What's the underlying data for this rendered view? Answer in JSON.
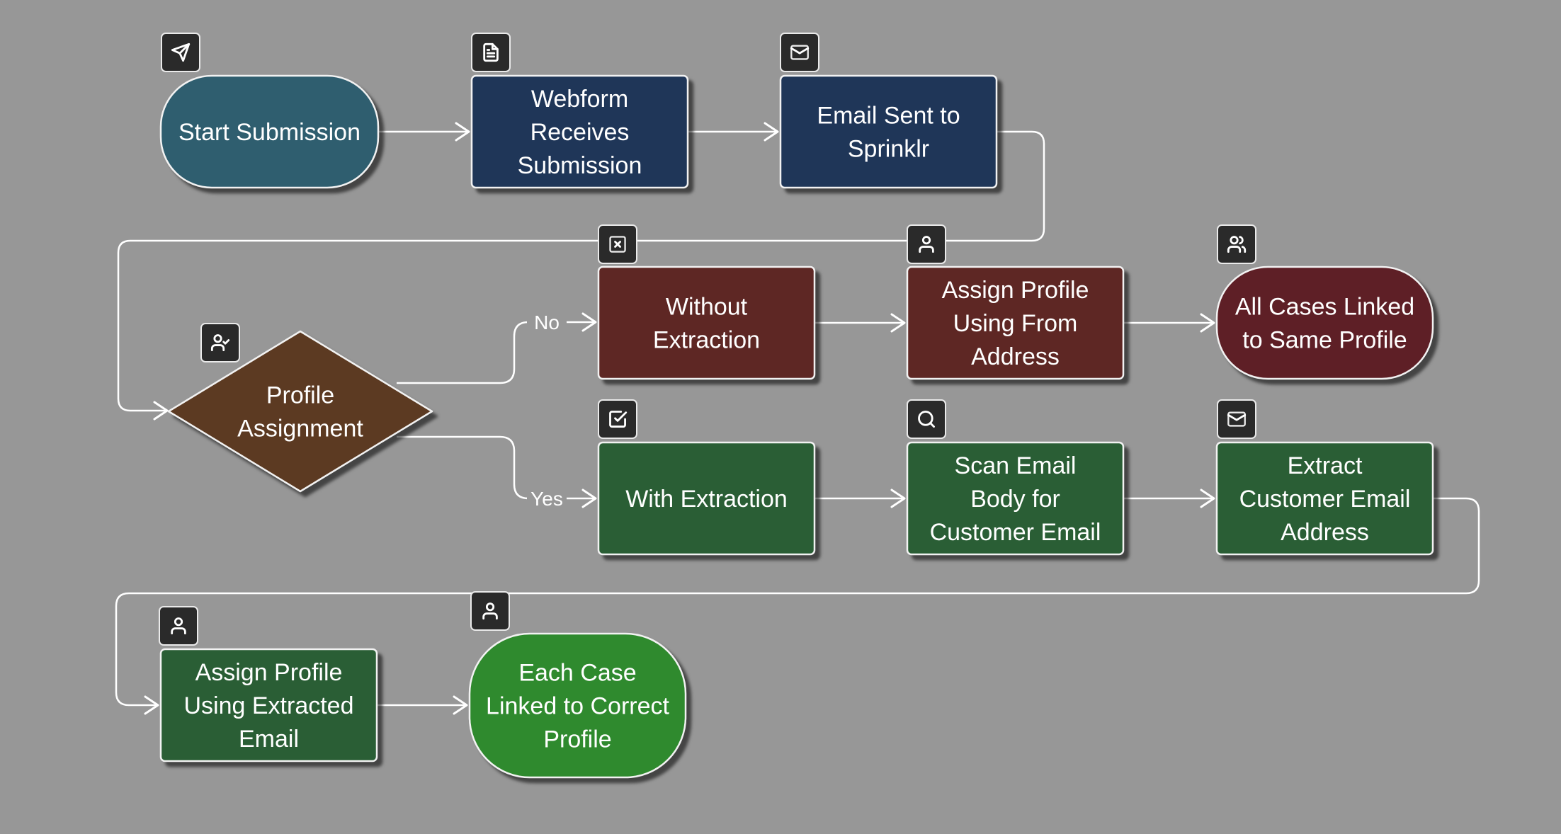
{
  "colors": {
    "background": "#979797",
    "start_teal": "#2f5e6f",
    "step_navy": "#1f3658",
    "step_red": "#5e2724",
    "end_crimson": "#5e1f26",
    "decision_brown": "#5c3a22",
    "step_green": "#2a5e35",
    "end_green": "#2f8a2e"
  },
  "nodes": [
    {
      "id": "start",
      "lines": [
        "Start Submission"
      ],
      "shape": "stadium",
      "color": "#2f5e6f",
      "icon": "send-icon"
    },
    {
      "id": "webform",
      "lines": [
        "Webform",
        "Receives",
        "Submission"
      ],
      "shape": "rect",
      "color": "#1f3658",
      "icon": "document-icon"
    },
    {
      "id": "email-sprinklr",
      "lines": [
        "Email Sent to",
        "Sprinklr"
      ],
      "shape": "rect",
      "color": "#1f3658",
      "icon": "mail-icon"
    },
    {
      "id": "profile",
      "lines": [
        "Profile",
        "Assignment"
      ],
      "shape": "diamond",
      "color": "#5c3a22",
      "icon": "user-check-icon"
    },
    {
      "id": "without",
      "lines": [
        "Without",
        "Extraction"
      ],
      "shape": "rect",
      "color": "#5e2724",
      "icon": "x-square-icon"
    },
    {
      "id": "assign-from",
      "lines": [
        "Assign Profile",
        "Using From",
        "Address"
      ],
      "shape": "rect",
      "color": "#5e2724",
      "icon": "user-icon"
    },
    {
      "id": "all-cases",
      "lines": [
        "All Cases Linked",
        "to Same Profile"
      ],
      "shape": "stadium",
      "color": "#5e1f26",
      "icon": "users-icon"
    },
    {
      "id": "with",
      "lines": [
        "With Extraction"
      ],
      "shape": "rect",
      "color": "#2a5e35",
      "icon": "check-square-icon"
    },
    {
      "id": "scan",
      "lines": [
        "Scan Email",
        "Body for",
        "Customer Email"
      ],
      "shape": "rect",
      "color": "#2a5e35",
      "icon": "search-icon"
    },
    {
      "id": "extract",
      "lines": [
        "Extract",
        "Customer Email",
        "Address"
      ],
      "shape": "rect",
      "color": "#2a5e35",
      "icon": "mail-icon"
    },
    {
      "id": "assign-extracted",
      "lines": [
        "Assign Profile",
        "Using Extracted",
        "Email"
      ],
      "shape": "rect",
      "color": "#2a5e35",
      "icon": "user-icon"
    },
    {
      "id": "each-case",
      "lines": [
        "Each Case",
        "Linked to Correct",
        "Profile"
      ],
      "shape": "stadium",
      "color": "#2f8a2e",
      "icon": "user-icon"
    }
  ],
  "edges": [
    {
      "from": "start",
      "to": "webform",
      "label": ""
    },
    {
      "from": "webform",
      "to": "email-sprinklr",
      "label": ""
    },
    {
      "from": "email-sprinklr",
      "to": "profile",
      "label": ""
    },
    {
      "from": "profile",
      "to": "without",
      "label": "No"
    },
    {
      "from": "profile",
      "to": "with",
      "label": "Yes"
    },
    {
      "from": "without",
      "to": "assign-from",
      "label": ""
    },
    {
      "from": "assign-from",
      "to": "all-cases",
      "label": ""
    },
    {
      "from": "with",
      "to": "scan",
      "label": ""
    },
    {
      "from": "scan",
      "to": "extract",
      "label": ""
    },
    {
      "from": "extract",
      "to": "assign-extracted",
      "label": ""
    },
    {
      "from": "assign-extracted",
      "to": "each-case",
      "label": ""
    }
  ]
}
